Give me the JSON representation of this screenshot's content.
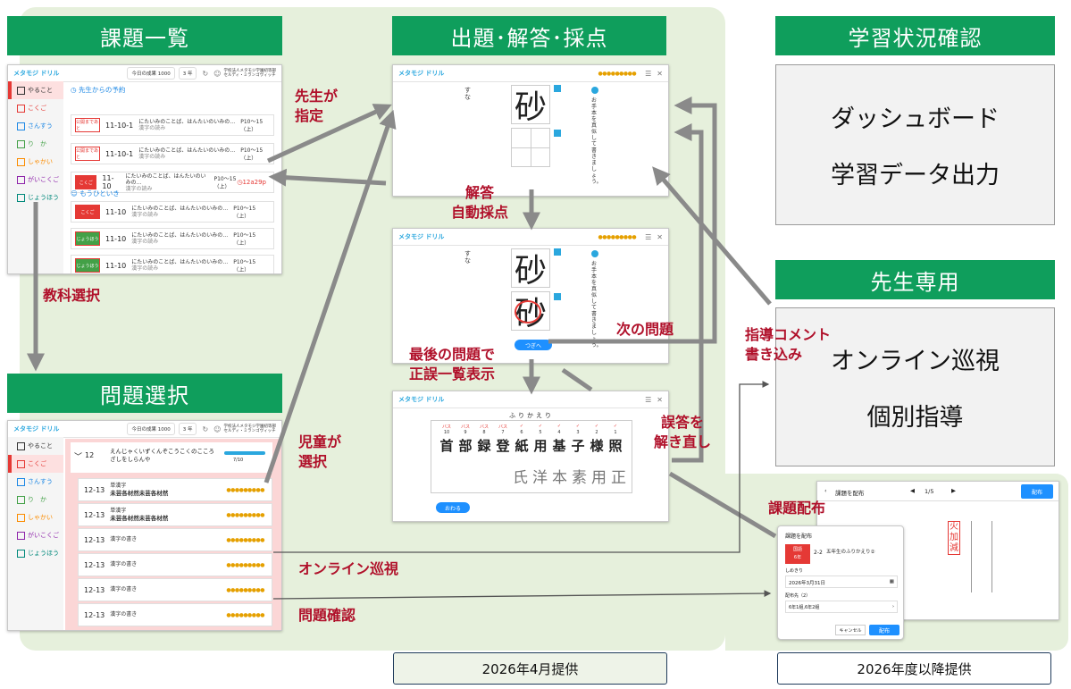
{
  "sections": {
    "assignments": "課題一覧",
    "question_flow": "出題･解答･採点",
    "study_status": "学習状況確認",
    "teacher_only": "先生専用",
    "problem_select": "問題選択"
  },
  "study_status_box": {
    "line1": "ダッシュボード",
    "line2": "学習データ出力"
  },
  "teacher_box": {
    "line1": "オンライン巡視",
    "line2": "個別指導"
  },
  "labels": {
    "teacher_assign_1": "先生が",
    "teacher_assign_2": "指定",
    "answer_1": "解答",
    "answer_2": "自動採点",
    "next_q": "次の問題",
    "last_q_1": "最後の問題で",
    "last_q_2": "正誤一覧表示",
    "retry_1": "誤答を",
    "retry_2": "解き直し",
    "comment_1": "指導コメント",
    "comment_2": "書き込み",
    "subject_select": "教科選択",
    "child_select_1": "児童が",
    "child_select_2": "選択",
    "online_patrol": "オンライン巡視",
    "problem_check": "問題確認",
    "distribute": "課題配布"
  },
  "footer": {
    "left": "2026年4月提供",
    "right": "2026年度以降提供"
  },
  "app": {
    "brand": "メタモジ ドリル",
    "today": "今日の成果",
    "points": "1000",
    "grade": "3 年",
    "school": "学校法人メタモジ学園初等部",
    "user": "セルディ・ミランゴヴィッチ"
  },
  "sidebar": [
    "やること",
    "こくご",
    "さんすう",
    "り　か",
    "しゃかい",
    "がいこくご",
    "じょうほう"
  ],
  "sidebar_colors": [
    "#333333",
    "#e53935",
    "#1e88e5",
    "#43a047",
    "#fb8c00",
    "#8e24aa",
    "#00897b"
  ],
  "assign_list": {
    "teacher_header": "先生からの予約",
    "self_header": "もうひといき",
    "rows": [
      {
        "tag": "公開まであと",
        "date": "11-10-1",
        "text": "にたいみのことば、はんたいのいみの…",
        "sub": "漢字の読み",
        "page": "P10～15（上）"
      },
      {
        "tag": "公開まであと",
        "date": "11-10-1",
        "text": "にたいみのことば、はんたいのいみの…",
        "sub": "漢字の読み",
        "page": "P10～15（上）"
      },
      {
        "tag": "こくご",
        "date": "11-10",
        "text": "にたいみのことば、はんたいのいみの…",
        "sub": "漢字の読み",
        "page": "P10～15（上）",
        "time": "12a29p"
      }
    ],
    "rows2": [
      {
        "tag": "こくご",
        "date": "11-10",
        "text": "にたいみのことば、はんたいのいみの…",
        "sub": "漢字の読み",
        "page": "P10～15（上）"
      },
      {
        "tag": "じょうほう",
        "date": "11-10",
        "text": "にたいみのことば、はんたいのいみの…",
        "sub": "漢字の読み",
        "page": "P10～15（上）"
      },
      {
        "tag": "じょうほう",
        "date": "11-10",
        "text": "にたいみのことば、はんたいのいみの…",
        "sub": "漢字の読み",
        "page": "P10～15（上）"
      }
    ]
  },
  "problem_list": {
    "group_num": "12",
    "group_title": "えんじゃくいずくんぞこうこくのこころざしをしらんや",
    "progress": "7/10",
    "rows": [
      {
        "num": "12-13",
        "title": "単漢字",
        "sub": "未芸各材然未芸各材然"
      },
      {
        "num": "12-13",
        "title": "単漢字",
        "sub": "未芸各材然未芸各材然"
      },
      {
        "num": "12-13",
        "title": "漢字の書き"
      },
      {
        "num": "12-13",
        "title": "漢字の書き"
      },
      {
        "num": "12-13",
        "title": "漢字の書き"
      },
      {
        "num": "12-13",
        "title": "漢字の書き"
      }
    ],
    "dots": "●●●●●●●●●"
  },
  "drill": {
    "kanji": "砂",
    "reading": "すな",
    "hint": "お手本を真似して書きましょう。",
    "next_btn": "つぎへ"
  },
  "review": {
    "title": "ふりかえり",
    "marks": [
      "バス",
      "バス",
      "バス",
      "バス",
      "✓",
      "✓",
      "✓",
      "✓",
      "✓",
      "✓"
    ],
    "nums": [
      "10",
      "9",
      "8",
      "7",
      "6",
      "5",
      "4",
      "3",
      "2",
      "1"
    ],
    "top_row": "首部録登紙用基子様照",
    "hand_row": "氏洋本素用正",
    "finish_btn": "おわる"
  },
  "distribute_ui": {
    "header": "課題を配布",
    "pager": "1/5",
    "distribute_btn": "配布",
    "panel_title": "課題を配布",
    "subject": "国語",
    "grade": "6年",
    "item_code": "2-2",
    "item_title": "五年生のふりかえり②",
    "deadline_label": "しめきり",
    "deadline": "2026年3月31日",
    "target_label": "配布先（2）",
    "target": "6年1組,6年2組",
    "cancel": "キャンセル",
    "ok": "配布",
    "bg_title": "火加減"
  },
  "colors": {
    "header_green": "#0f9e5c",
    "arrow_grey": "#8a8a8a",
    "label_red": "#b0102a",
    "bg_green": "#e6f0dc"
  }
}
